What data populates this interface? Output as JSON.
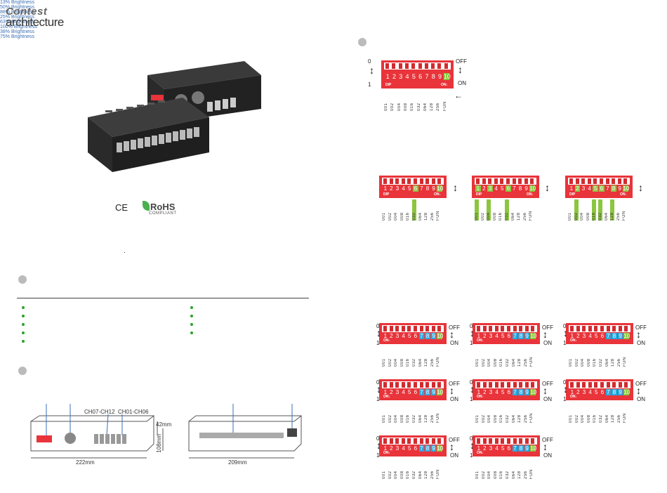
{
  "logo": {
    "line1": "Contest",
    "line2": "architecture"
  },
  "certs": {
    "ce": "CE",
    "rohs": "RoHS",
    "compliant": "COMPLIANT"
  },
  "dims": {
    "ch_high": "CH07-CH12",
    "ch_low": "CH01-CH06",
    "height": "42mm",
    "depth": "108mm",
    "width_front": "222mm",
    "width_back": "209mm"
  },
  "dip_main": {
    "off": "OFF",
    "on": "ON",
    "top": "0",
    "bottom": "1",
    "dip": "DIP",
    "on_arrow": "ON↓",
    "nums": [
      "1",
      "2",
      "3",
      "4",
      "5",
      "6",
      "7",
      "8",
      "9",
      "10"
    ],
    "vals": [
      "001",
      "002",
      "004",
      "008",
      "016",
      "032",
      "064",
      "128",
      "256",
      "FUN"
    ]
  },
  "brightness": [
    "13% Brightness",
    "50% Brightness",
    "88% Brightness",
    "25% Brightness",
    "63% Brightness",
    "100% Brightness",
    "38% Brightness",
    "75% Brightness"
  ],
  "dots": {
    "dot": "."
  }
}
